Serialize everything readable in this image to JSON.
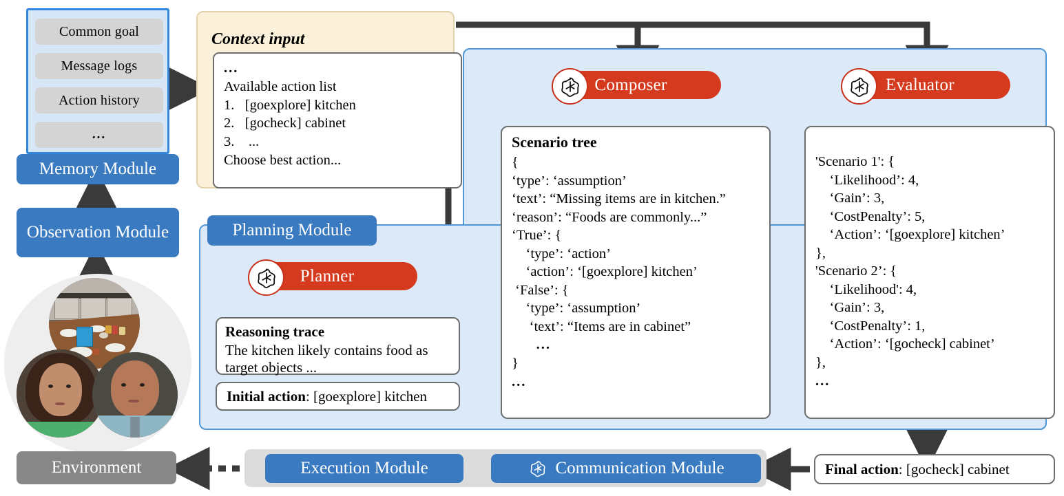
{
  "memory": {
    "module_label": "Memory Module",
    "items": [
      {
        "label": "Common goal"
      },
      {
        "label": "Message logs"
      },
      {
        "label": "Action history"
      },
      {
        "label": "..."
      }
    ]
  },
  "observation": {
    "module_label": "Observation Module",
    "environment_label": "Environment",
    "scene_icon": "kitchen-scene-thumbnail",
    "agent_icons": [
      "female-agent-avatar",
      "male-agent-avatar"
    ]
  },
  "context": {
    "title": "Context input",
    "lines": [
      "...",
      "Available action list",
      "1.   [goexplore] kitchen",
      "2.   [gocheck] cabinet",
      "3.    ...",
      "Choose best action..."
    ]
  },
  "planning": {
    "module_label": "Planning Module",
    "planner_label": "Planner",
    "planner_icon": "openai-logo-icon",
    "reasoning_trace": {
      "title": "Reasoning trace",
      "body": "The kitchen likely contains food as target objects ..."
    },
    "initial_action": {
      "label": "Initial action",
      "value": ": [goexplore] kitchen"
    }
  },
  "composer": {
    "label": "Composer",
    "icon": "openai-logo-icon",
    "scenario_tree": {
      "title": "Scenario tree",
      "lines": [
        "{",
        "‘type’: ‘assumption’",
        "‘text’: “Missing items are in kitchen.”",
        "‘reason’: “Foods are commonly...”",
        "‘True’: {",
        "    ‘type’: ‘action’",
        "    ‘action’: ‘[goexplore] kitchen’",
        " ‘False’: {",
        "    ‘type’: ‘assumption’",
        "     ‘text’: “Items are in cabinet”",
        "     ...",
        "}",
        "..."
      ]
    }
  },
  "evaluator": {
    "label": "Evaluator",
    "icon": "openai-logo-icon",
    "lines": [
      "'Scenario 1': {",
      "    ‘Likelihood’: 4,",
      "    ‘Gain’: 3,",
      "    ‘CostPenalty’: 5,",
      "    ‘Action’: ‘[goexplore] kitchen’",
      "},",
      "'Scenario 2’: {",
      "    ‘Likelihood': 4,",
      "    ‘Gain’: 3,",
      "    ‘CostPenalty’: 1,",
      "    ‘Action’: ‘[gocheck] cabinet’",
      "},",
      "..."
    ]
  },
  "bottom": {
    "execution_label": "Execution Module",
    "communication_label": "Communication Module",
    "communication_icon": "openai-logo-icon",
    "final_action": {
      "label": "Final action",
      "value": ": [gocheck] cabinet"
    }
  },
  "colors": {
    "module_blue": "#3a7ac0",
    "llm_red": "#d63a1e",
    "panel_blue_fill": "#dce9f8",
    "panel_blue_border": "#4f97d6",
    "context_fill": "#fbf0d9",
    "environment_gray": "#878787",
    "bar_gray": "#dcdcdc",
    "arrow_dark": "#3a3a3a"
  }
}
